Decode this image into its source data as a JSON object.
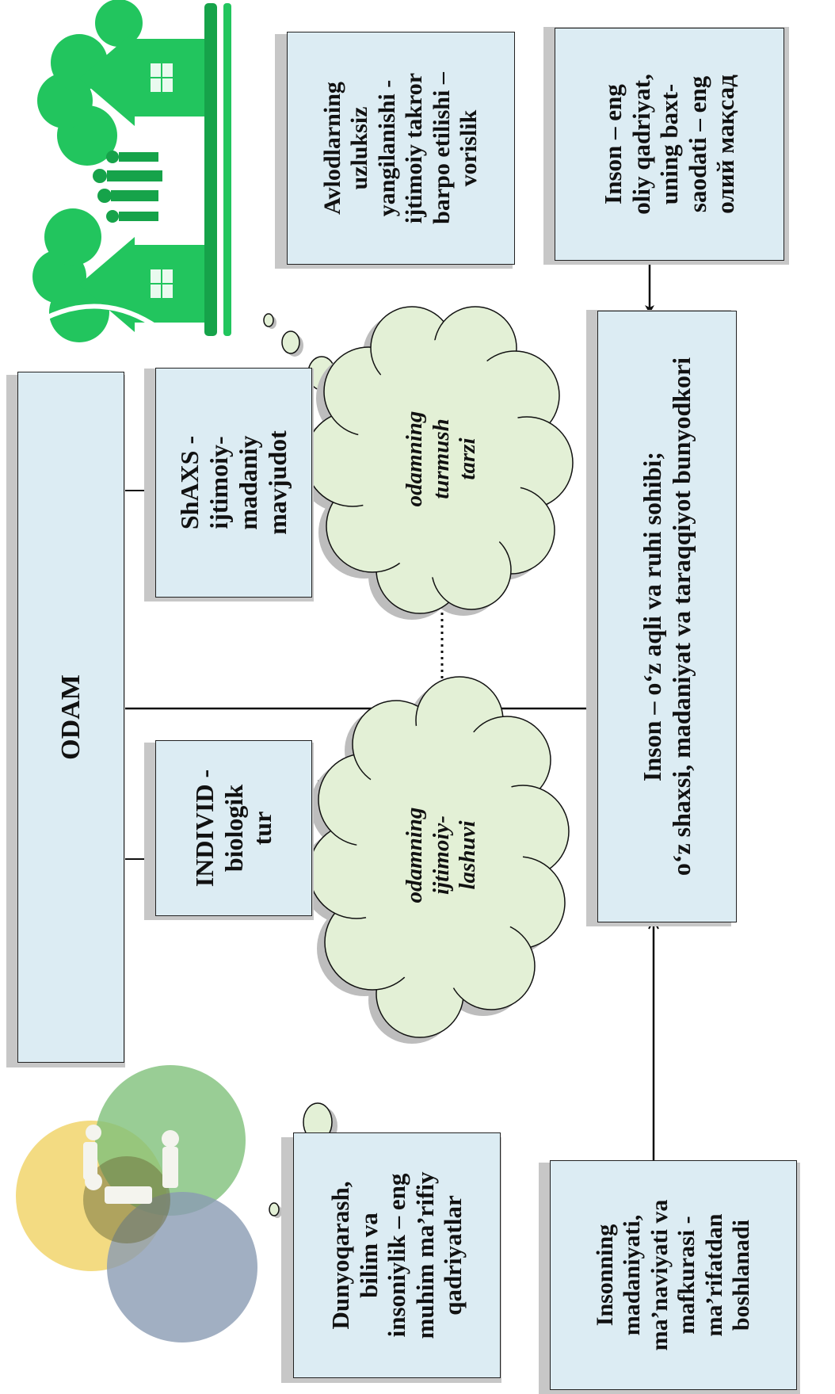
{
  "colors": {
    "box_fill": "#dcecf3",
    "box_border": "#222222",
    "box_shadow": "#c7c7c7",
    "cloud_fill": "#e3f0d6",
    "cloud_shadow": "#bdbdbd",
    "house_green": "#22c55e",
    "house_dark_green": "#16a34a",
    "venn_green": "#7fc07a",
    "venn_yellow": "#f2d774",
    "venn_blue": "#8a9bb3"
  },
  "diagram": {
    "odam": "ODAM",
    "individ": "INDIVID -\nbiologik\ntur",
    "shaxs": "ShAXS -\nijtimoiy-\nmadaniy\nmavjudot",
    "cloud_left": "odamning\nijtimoiy-\nlashuvi",
    "cloud_right": "odamning\nturmush\ntarzi",
    "avlod": "Avlodlarning\nuzluksiz\nyangilanishi -\nijtimoiy takror\nbarpo etilishi –\nvorislik",
    "dunyoqarash": "Dunyoqarash,\nbilim va\ninsoniylik – eng\nmuhim ma’rifiy\nqadriyatlar",
    "inson_main": "Inson – o‘z aqli va ruhi sohibi;\no‘z shaxsi, madaniyat va taraqqiyot bunyodkori",
    "inson_qadriyat": "Inson – eng\noliy qadriyat,\nuning baxt-\nsaodati – eng\nолий мақсад",
    "insonning_madaniyati": "Insonning\nmadaniyati,\nma’naviyati va\nmafkurasi -\nma’rifatdan\nboshlanadi"
  },
  "icons": {
    "venn": "people-venn-icon",
    "houses": "family-houses-icon"
  }
}
